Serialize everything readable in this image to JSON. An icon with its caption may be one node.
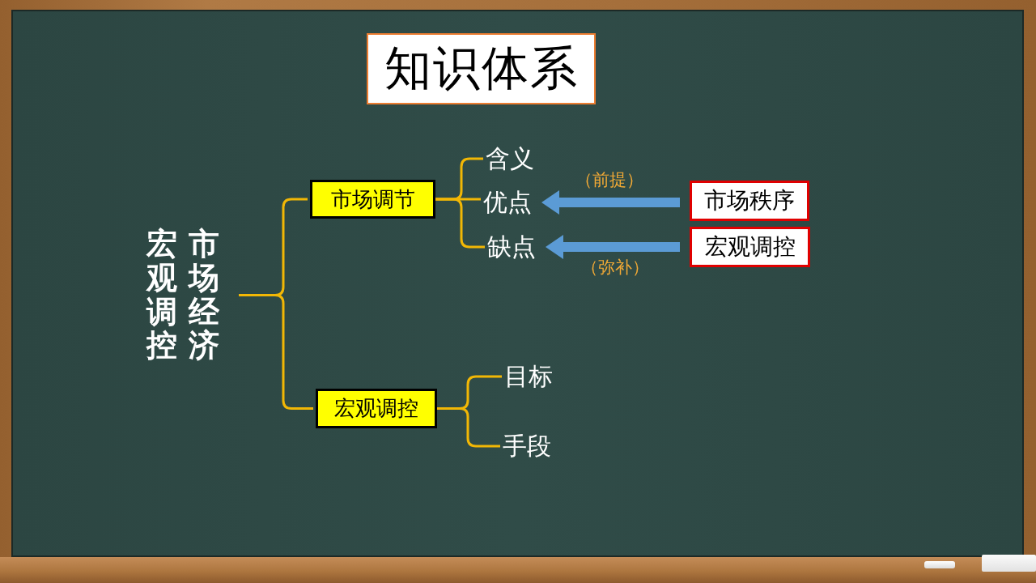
{
  "diagram": {
    "title": "知识体系",
    "nodes": [
      {
        "text": [
          "宏观调控",
          "市场经济"
        ]
      },
      {
        "text": [
          "市场调节"
        ]
      },
      {
        "text": [
          "宏观调控"
        ]
      },
      {
        "text": [
          "含义"
        ]
      },
      {
        "text": [
          "优点"
        ]
      },
      {
        "text": [
          "缺点"
        ]
      },
      {
        "text": [
          "目标"
        ]
      },
      {
        "text": [
          "手段"
        ]
      },
      {
        "text": [
          "市场秩序"
        ]
      },
      {
        "text": [
          "宏观调控"
        ]
      }
    ],
    "edges": [
      {
        "from": 0,
        "to": 1,
        "arrow": "none"
      },
      {
        "from": 0,
        "to": 2,
        "arrow": "none"
      },
      {
        "from": 1,
        "to": 3,
        "arrow": "none"
      },
      {
        "from": 1,
        "to": 4,
        "arrow": "none"
      },
      {
        "from": 1,
        "to": 5,
        "arrow": "none"
      },
      {
        "from": 2,
        "to": 6,
        "arrow": "none"
      },
      {
        "from": 2,
        "to": 7,
        "arrow": "none"
      },
      {
        "from": 8,
        "to": 4,
        "arrow": "to",
        "label": "（前提）",
        "style": "thick",
        "color": "#5b9bd5"
      },
      {
        "from": 9,
        "to": 5,
        "arrow": "to",
        "label": "（弥补）",
        "style": "thick",
        "color": "#5b9bd5"
      }
    ]
  }
}
